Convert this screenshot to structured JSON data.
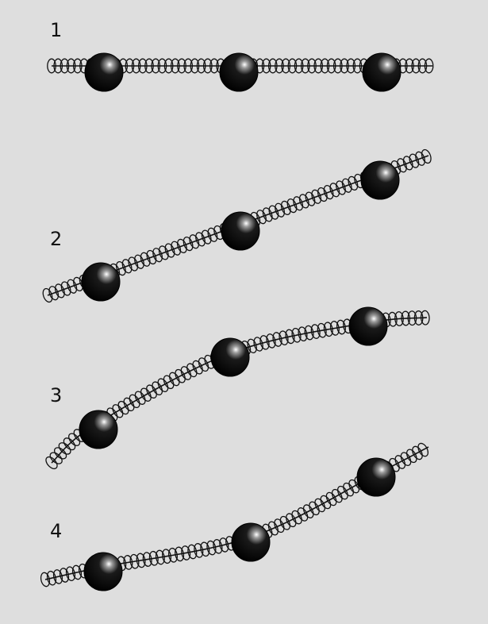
{
  "colors": {
    "background": "#dedede",
    "spring": "#111111",
    "ball": "#000000",
    "highlight": "#ffffff"
  },
  "panels": [
    {
      "label": "1",
      "curve": [
        [
          65,
          83
        ],
        [
          545,
          83
        ]
      ],
      "balls": [
        [
          131,
          91
        ],
        [
          301,
          91
        ],
        [
          481,
          91
        ]
      ]
    },
    {
      "label": "2",
      "curve": [
        [
          60,
          372
        ],
        [
          540,
          196
        ]
      ],
      "balls": [
        [
          127,
          355
        ],
        [
          303,
          291
        ],
        [
          479,
          227
        ]
      ]
    },
    {
      "label": "3",
      "curve": [
        [
          65,
          583
        ],
        [
          120,
          535
        ],
        [
          290,
          445
        ],
        [
          460,
          407
        ],
        [
          538,
          400
        ]
      ],
      "balls": [
        [
          124,
          541
        ],
        [
          290,
          450
        ],
        [
          464,
          411
        ]
      ]
    },
    {
      "label": "4",
      "curve": [
        [
          57,
          730
        ],
        [
          130,
          714
        ],
        [
          315,
          677
        ],
        [
          475,
          597
        ],
        [
          540,
          563
        ]
      ],
      "balls": [
        [
          130,
          720
        ],
        [
          316,
          683
        ],
        [
          474,
          601
        ]
      ]
    }
  ]
}
